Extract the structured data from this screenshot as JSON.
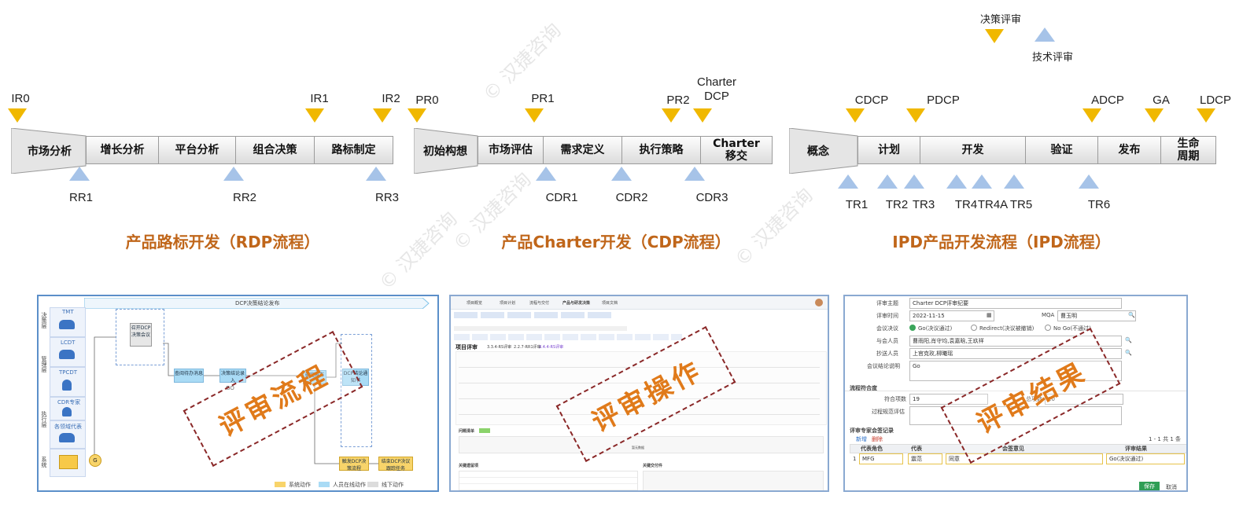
{
  "diagrams": [
    {
      "title": "产品路标开发（RDP流程）",
      "stages": [
        "市场分析",
        "增长分析",
        "平台分析",
        "组合决策",
        "路标制定"
      ],
      "decision_reviews": [
        "IR0",
        "IR1",
        "IR2"
      ],
      "tech_reviews": [
        "RR1",
        "RR2",
        "RR3"
      ]
    },
    {
      "title": "产品Charter开发（CDP流程）",
      "stages": [
        "初始构想",
        "市场评估",
        "需求定义",
        "执行策略",
        "Charter",
        "移交"
      ],
      "decision_reviews": [
        "PR0",
        "PR1",
        "PR2",
        "Charter",
        "DCP"
      ],
      "tech_reviews": [
        "CDR1",
        "CDR2",
        "CDR3"
      ]
    },
    {
      "title": "IPD产品开发流程（IPD流程）",
      "stages": [
        "概念",
        "计划",
        "开发",
        "验证",
        "发布",
        "生命",
        "周期"
      ],
      "decision_reviews": [
        "CDCP",
        "PDCP",
        "ADCP",
        "GA",
        "LDCP"
      ],
      "tech_reviews": [
        "TR1",
        "TR2",
        "TR3",
        "TR4",
        "TR4A",
        "TR5",
        "TR6"
      ]
    }
  ],
  "legend": {
    "decision": "决策评审",
    "tech": "技术评审"
  },
  "screenshots": [
    {
      "stamp": "评审流程",
      "header": "DCP决策结论发布",
      "lanes": [
        "TMT",
        "LCDT",
        "TPCDT",
        "CDR专家",
        "各领域代表"
      ],
      "layer_labels": [
        "决策层",
        "管理层",
        "执行层",
        "系统"
      ],
      "boxes": [
        "召开DCP决策会议",
        "查阅待办消息",
        "决策结论录入",
        "确定发布",
        "DCP结论通知书",
        "触发DCP决策流程",
        "结束DCP决议跟踪任务"
      ],
      "go_label": "GO",
      "g_label": "G",
      "legend": [
        "系统动作",
        "人员在线动作",
        "线下动作"
      ]
    },
    {
      "stamp": "评审操作",
      "tabs": [
        "项目概览",
        "项目计划",
        "流程与交付",
        "产品与研发决策",
        "项目文档"
      ],
      "section": "项目评审",
      "steps": [
        "3.3.4-RS评审",
        "2.2.7-RR1评审",
        "3.4.4-RS评审"
      ],
      "tables": [
        "问题清单",
        "关键遗留项",
        "关键交付件"
      ],
      "status_cell": "暂无数据"
    },
    {
      "stamp": "评审结果",
      "fields": [
        {
          "label": "评审主题",
          "value": "Charter DCP评审纪要"
        },
        {
          "label": "评审时间",
          "value": "2022-11-15"
        },
        {
          "label": "MQA",
          "value": "曹玉明"
        },
        {
          "label": "会议决议",
          "value": ""
        },
        {
          "label": "与会人员",
          "value": "曹雨阳,肖守均,袁嘉晗,王玖祥"
        },
        {
          "label": "抄送人员",
          "value": "上官克玫,柳曦瑶"
        },
        {
          "label": "会议结论说明",
          "value": "Go"
        }
      ],
      "decisions": [
        "Go(决议通过)",
        "Redirect(决议被撤销)",
        "No Go(不通过)"
      ],
      "section_compliance": "流程符合度",
      "compliant_label": "符合项数",
      "compliant_value": "19",
      "total_label": "总项数",
      "total_value": "20",
      "process_eval_label": "过程规范评估",
      "section_expert": "评审专家会签记录",
      "add_label": "新增",
      "delete_label": "删除",
      "pager": "1 - 1   共 1 条",
      "cols": [
        "代表角色",
        "代表",
        "会签意见",
        "评审结果"
      ],
      "row": {
        "index": "1",
        "role": "MFG",
        "rep": "震范",
        "opinion": "同意",
        "result": "Go(决议通过)"
      },
      "save": "保存",
      "cancel": "取消"
    }
  ],
  "watermark": "© 汉捷咨询",
  "colors": {
    "decision": "#f0b800",
    "tech": "#a6c3e8",
    "title": "#c0661a",
    "stamp_border": "#8a2828",
    "stamp_text": "#e07a1a"
  }
}
